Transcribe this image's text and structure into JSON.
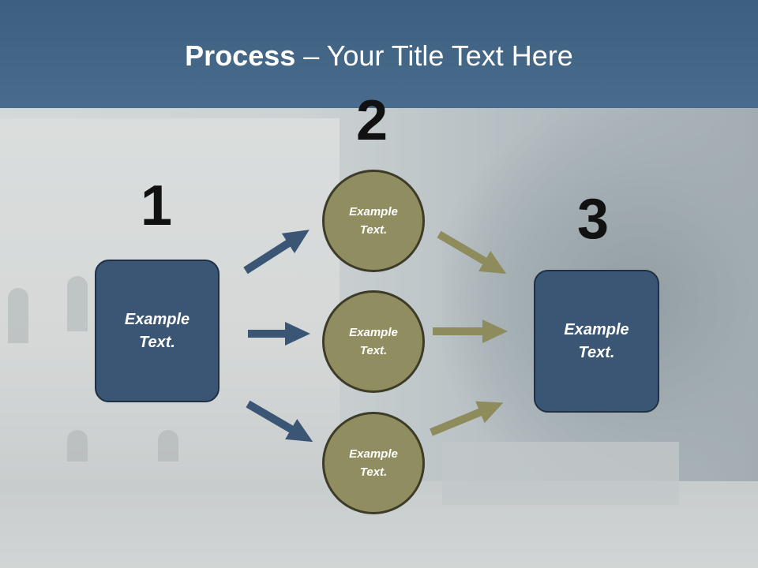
{
  "title": {
    "bold": "Process",
    "rest": " – Your Title Text Here"
  },
  "steps": [
    {
      "number": "1",
      "box_text": "Example Text."
    },
    {
      "number": "2",
      "circles": [
        "Example Text.",
        "Example Text.",
        "Example Text."
      ]
    },
    {
      "number": "3",
      "box_text": "Example Text."
    }
  ],
  "colors": {
    "header": "#44668a",
    "box": "#3a5674",
    "circle": "#908e60",
    "arrow_blue": "#3a5674",
    "arrow_olive": "#8e8c5d"
  }
}
